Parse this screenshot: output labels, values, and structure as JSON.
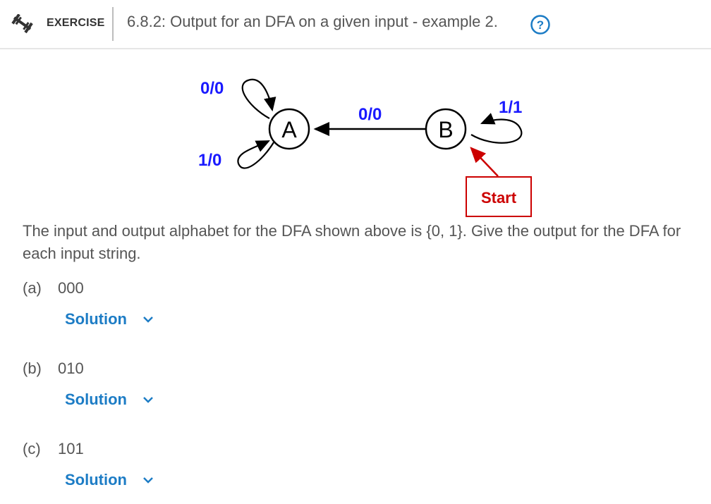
{
  "header": {
    "kind": "EXERCISE",
    "title": "6.8.2: Output for an DFA on a given input - example 2."
  },
  "diagram": {
    "states": [
      "A",
      "B"
    ],
    "start_label": "Start",
    "labels": {
      "a_loop_top": "0/0",
      "a_loop_bottom": "1/0",
      "b_to_a": "0/0",
      "b_loop": "1/1"
    },
    "colors": {
      "label": "#1a1aff",
      "start": "#cc0000"
    }
  },
  "prompt": "The input and output alphabet for the DFA shown above is {0, 1}. Give the output for the DFA for each input string.",
  "parts": [
    {
      "tag": "(a)",
      "value": "000",
      "solution_label": "Solution"
    },
    {
      "tag": "(b)",
      "value": "010",
      "solution_label": "Solution"
    },
    {
      "tag": "(c)",
      "value": "101",
      "solution_label": "Solution"
    }
  ]
}
